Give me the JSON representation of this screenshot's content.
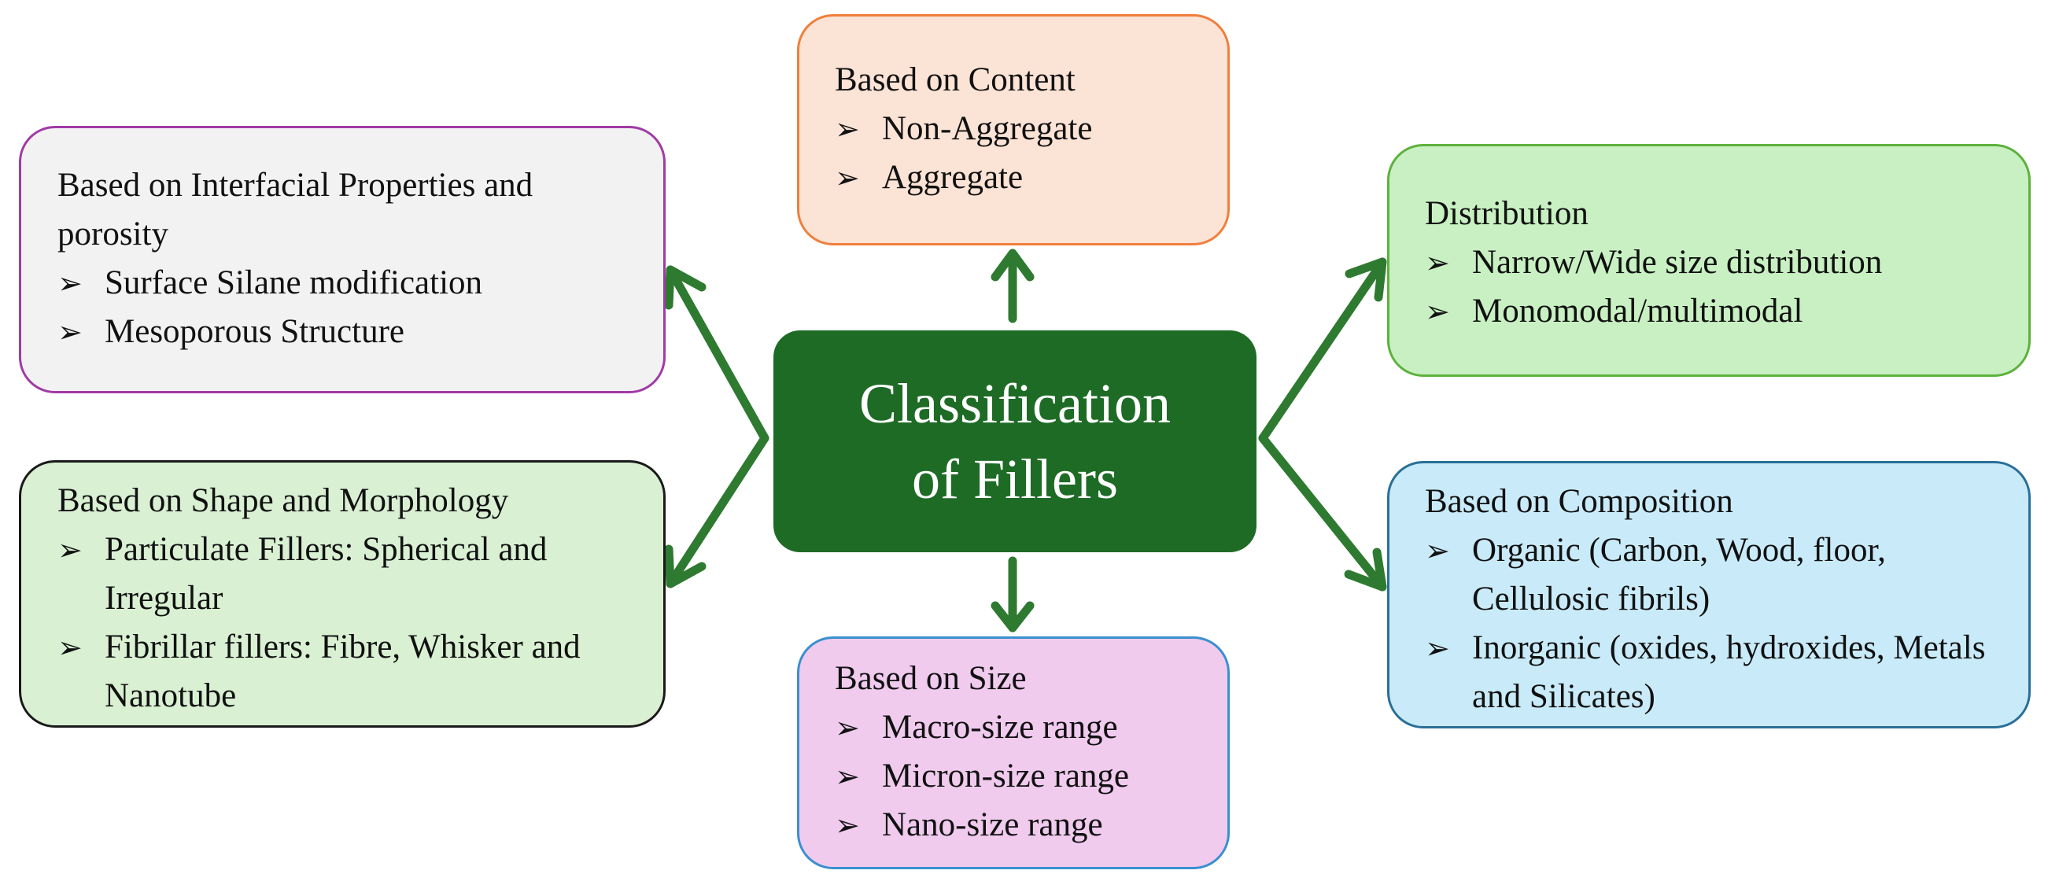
{
  "center": {
    "line1": "Classification",
    "line2": "of Fillers"
  },
  "colors": {
    "center_fill": "#1e6b26",
    "arrow": "#2e7a30"
  },
  "bullet_glyph": "➢",
  "boxes": {
    "content": {
      "title": "Based on Content",
      "items": [
        "Non-Aggregate",
        "Aggregate"
      ],
      "fill": "#fbe3d6",
      "border": "#f07f3c"
    },
    "interfacial": {
      "title": "Based on Interfacial Properties and porosity",
      "items": [
        "Surface Silane modification",
        "Mesoporous Structure"
      ],
      "fill": "#f2f2f2",
      "border": "#a23aa6"
    },
    "distribution": {
      "title": "Distribution",
      "items": [
        "Narrow/Wide size distribution",
        "Monomodal/multimodal"
      ],
      "fill": "#c8f0c2",
      "border": "#5eb13d"
    },
    "shape": {
      "title": "Based on Shape and Morphology",
      "items": [
        "Particulate Fillers: Spherical and Irregular",
        "Fibrillar fillers: Fibre, Whisker and Nanotube"
      ],
      "fill": "#d9f0d3",
      "border": "#1a1a1a"
    },
    "composition": {
      "title": "Based on Composition",
      "items": [
        "Organic (Carbon, Wood, floor, Cellulosic fibrils)",
        "Inorganic (oxides, hydroxides, Metals and Silicates)"
      ],
      "fill": "#c9ebf9",
      "border": "#2a6f97"
    },
    "size": {
      "title": "Based on Size",
      "items": [
        "Macro-size range",
        "Micron-size range",
        "Nano-size range"
      ],
      "fill": "#f0cbee",
      "border": "#3a8fd0"
    }
  }
}
